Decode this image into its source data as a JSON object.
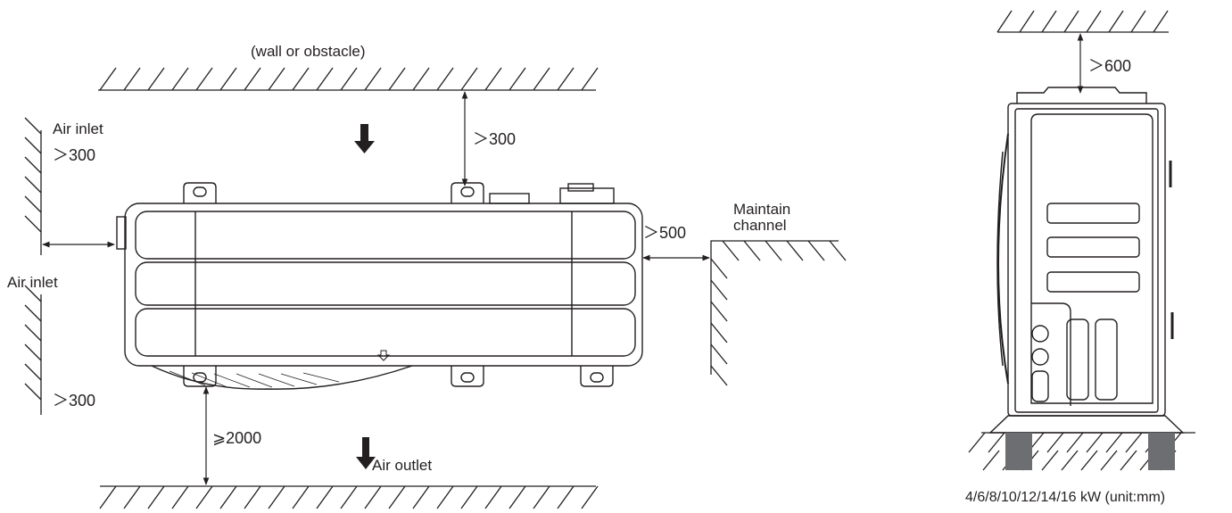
{
  "top_view": {
    "wall_label": "(wall or obstacle)",
    "air_inlet_upper": "Air inlet",
    "air_inlet_left": "Air inlet",
    "air_outlet": "Air outlet",
    "maintain_channel_line1": "Maintain",
    "maintain_channel_line2": "channel",
    "clearance_back_wall": "＞300",
    "clearance_left_upper": "＞300",
    "clearance_left_lower": "＞300",
    "clearance_right": "＞500",
    "clearance_front": "⩾2000"
  },
  "side_view": {
    "clearance_top": "＞600",
    "caption": "4/6/8/10/12/14/16 kW (unit:mm)"
  },
  "colors": {
    "line": "#231f20",
    "foot": "#6d6e71"
  }
}
